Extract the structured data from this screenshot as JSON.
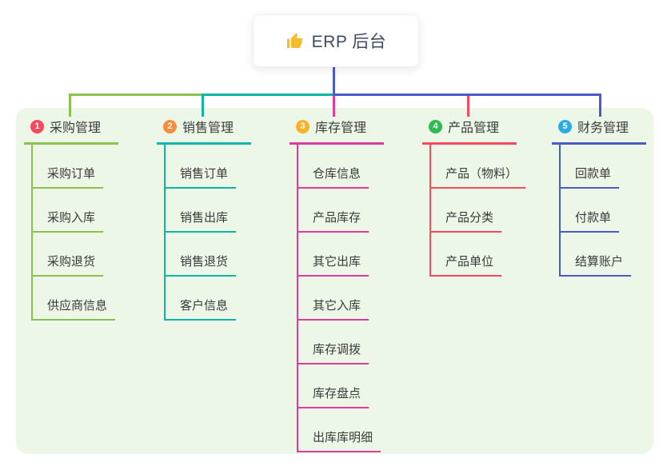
{
  "root": {
    "title": "ERP 后台",
    "icon": "thumbs-up-icon"
  },
  "connector_color": "#4a5ac8",
  "panel_bg": "#ecf7e8",
  "branches": [
    {
      "index": "1",
      "title": "采购管理",
      "color": "#8cc152",
      "badge_color": "#f8495e",
      "children": [
        "采购订单",
        "采购入库",
        "采购退货",
        "供应商信息"
      ]
    },
    {
      "index": "2",
      "title": "销售管理",
      "color": "#0cb5a5",
      "badge_color": "#fb8c3c",
      "children": [
        "销售订单",
        "销售出库",
        "销售退货",
        "客户信息"
      ]
    },
    {
      "index": "3",
      "title": "库存管理",
      "color": "#e03a9a",
      "badge_color": "#ffb029",
      "children": [
        "仓库信息",
        "产品库存",
        "其它出库",
        "其它入库",
        "库存调拨",
        "库存盘点",
        "出库库明细"
      ]
    },
    {
      "index": "4",
      "title": "产品管理",
      "color": "#f8485e",
      "badge_color": "#2fba52",
      "children": [
        "产品（物料）",
        "产品分类",
        "产品单位"
      ]
    },
    {
      "index": "5",
      "title": "财务管理",
      "color": "#4a5ac8",
      "badge_color": "#29ade6",
      "children": [
        "回款单",
        "付款单",
        "结算账户"
      ]
    }
  ]
}
